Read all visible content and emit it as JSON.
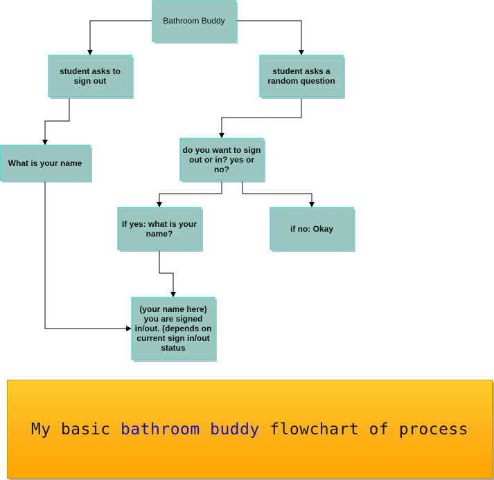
{
  "nodes": {
    "root": "Bathroom Buddy",
    "sign_out": "student asks to sign out",
    "random_question": "student asks a random question",
    "what_name": "What is your name",
    "do_you_want": "do you want to sign out or in? yes or no?",
    "if_yes": "If yes: what is your name?",
    "if_no": "if no: Okay",
    "result": "(your name here) you are signed in/out. (depends on current sign in/out status"
  },
  "banner": {
    "part1": "My basic ",
    "highlight": "bathroom buddy",
    "part2": " flowchart of process"
  },
  "colors": {
    "node_fill": "#9ac7bf",
    "node_border": "#59d7d7",
    "banner_top": "#ffcd28",
    "banner_bottom": "#ffa500",
    "banner_highlight": "#1010c8"
  }
}
